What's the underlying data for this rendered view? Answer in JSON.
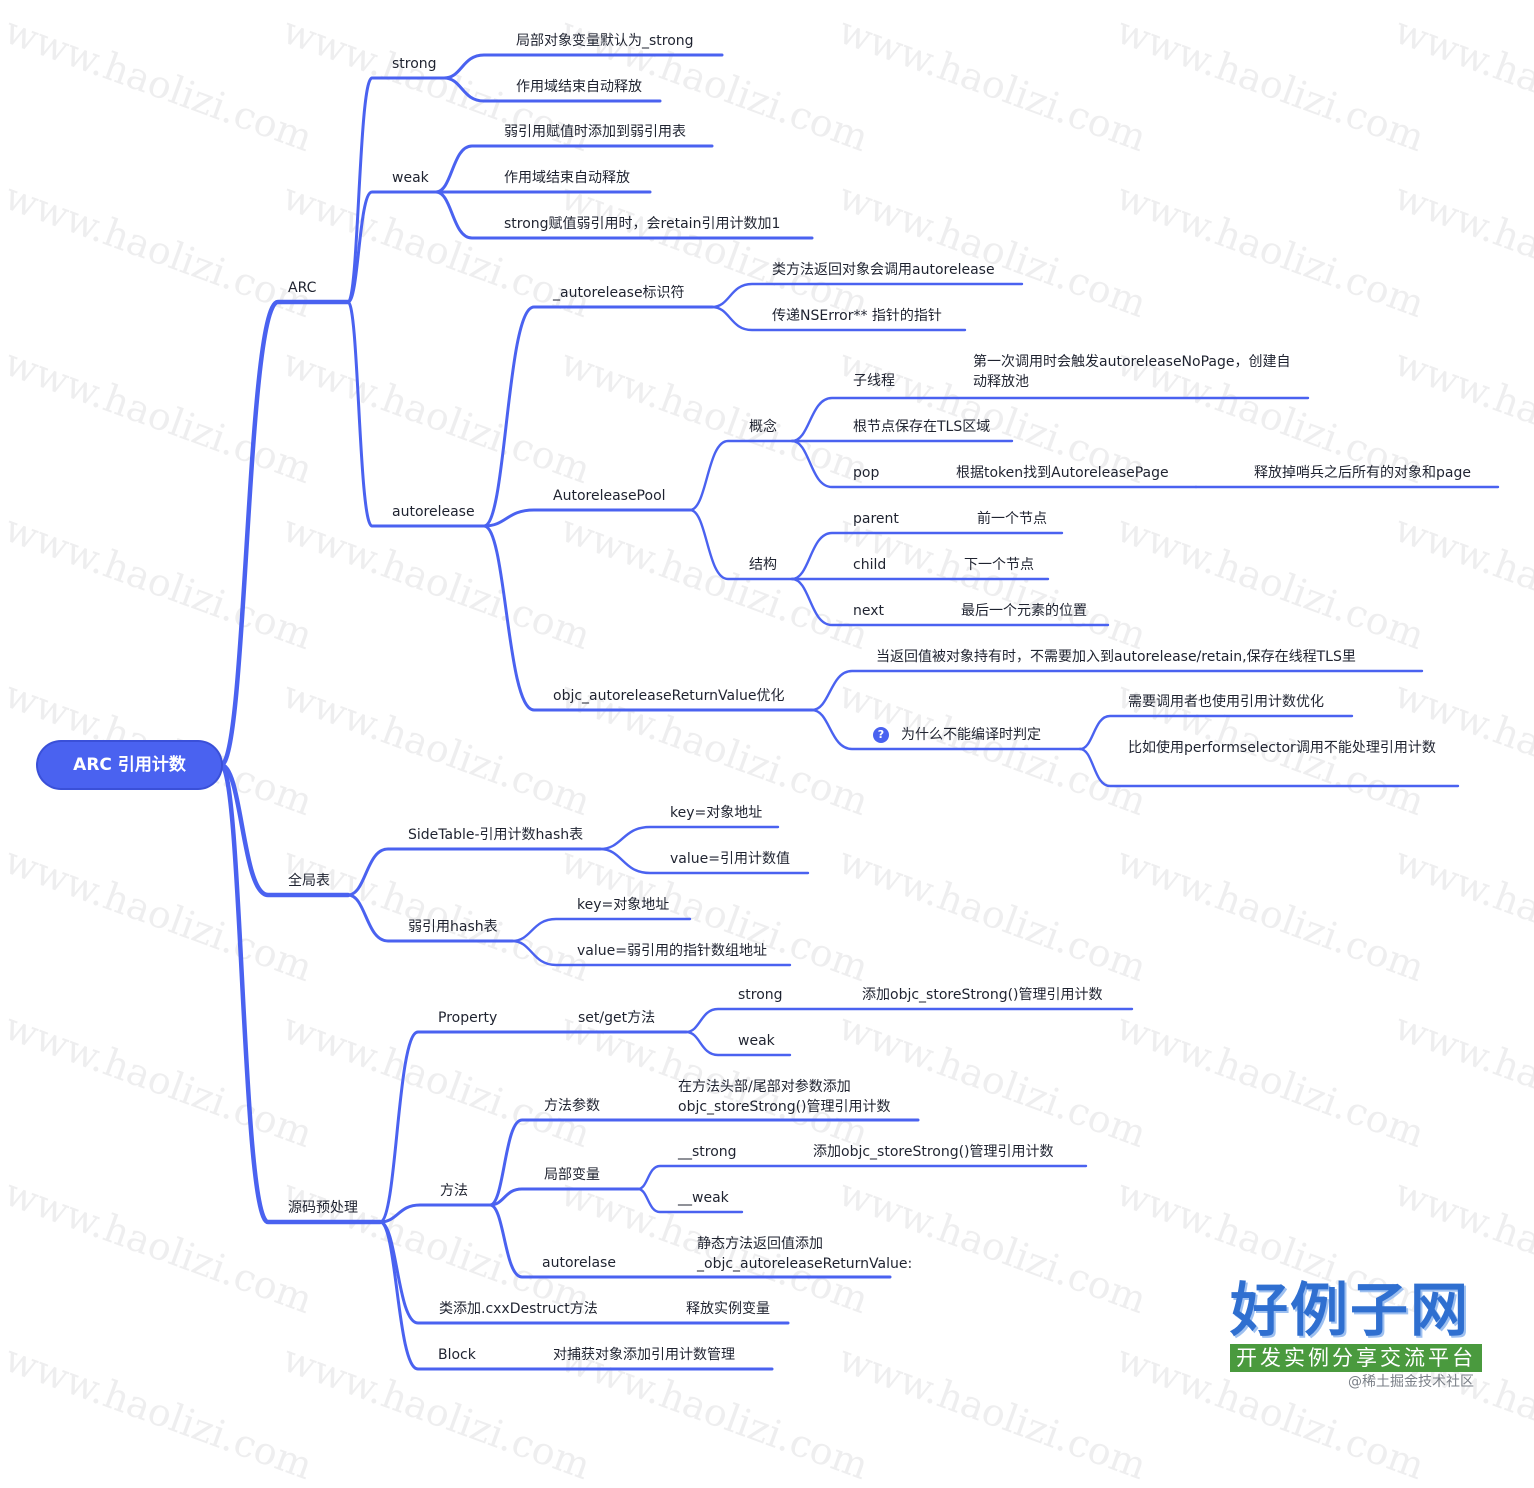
{
  "root": {
    "label": "ARC 引用计数"
  },
  "watermark": {
    "text": "www.haolizi.com"
  },
  "logo": {
    "main": "好例子网",
    "sub": "开发实例分享交流平台"
  },
  "credit": {
    "text": "@稀土掘金技术社区"
  },
  "colors": {
    "link": "#4a62f0",
    "root_bg": "#4a62f0",
    "text": "#1f2330"
  },
  "nodes": {
    "arc": "ARC",
    "strong": "strong",
    "strong_1": "局部对象变量默认为_strong",
    "strong_2": "作用域结束自动释放",
    "weak": "weak",
    "weak_1": "弱引用赋值时添加到弱引用表",
    "weak_2": "作用域结束自动释放",
    "weak_3": "strong赋值弱引用时，会retain引用计数加1",
    "autorelease": "autorelease",
    "ar_mark": "_autorelease标识符",
    "ar_mark_1": "类方法返回对象会调用autorelease",
    "ar_mark_2": "传递NSError** 指针的指针",
    "pool": "AutoreleasePool",
    "concept": "概念",
    "thread": "子线程",
    "thread_1": "第一次调用时会触发autoreleaseNoPage，创建自动释放池",
    "root_tls": "根节点保存在TLS区域",
    "pop": "pop",
    "pop_1": "根据token找到AutoreleasePage",
    "pop_2": "释放掉哨兵之后所有的对象和page",
    "structure": "结构",
    "parent": "parent",
    "parent_1": "前一个节点",
    "child": "child",
    "child_1": "下一个节点",
    "next": "next",
    "next_1": "最后一个元素的位置",
    "opt": "objc_autoreleaseReturnValue优化",
    "opt_1": "当返回值被对象持有时，不需要加入到autorelease/retain,保存在线程TLS里",
    "why": "为什么不能编译时判定",
    "why_1": "需要调用者也使用引用计数优化",
    "why_2": "比如使用performselector调用不能处理引用计数",
    "global": "全局表",
    "sidetable": "SideTable-引用计数hash表",
    "st_1": "key=对象地址",
    "st_2": "value=引用计数值",
    "weaktable": "弱引用hash表",
    "wt_1": "key=对象地址",
    "wt_2": "value=弱引用的指针数组地址",
    "src": "源码预处理",
    "property": "Property",
    "setget": "set/get方法",
    "sg_strong": "strong",
    "sg_strong_1": "添加objc_storeStrong()管理引用计数",
    "sg_weak": "weak",
    "method": "方法",
    "param": "方法参数",
    "param_1": "在方法头部/尾部对参数添加 objc_storeStrong()管理引用计数",
    "local": "局部变量",
    "local_strong": "__strong",
    "local_strong_1": "添加objc_storeStrong()管理引用计数",
    "local_weak": "__weak",
    "autorelase": "autorelase",
    "autorelase_1": "静态方法返回值添加_objc_autoreleaseReturnValue:",
    "cxx": "类添加.cxxDestruct方法",
    "cxx_1": "释放实例变量",
    "block": "Block",
    "block_1": "对捕获对象添加引用计数管理"
  }
}
